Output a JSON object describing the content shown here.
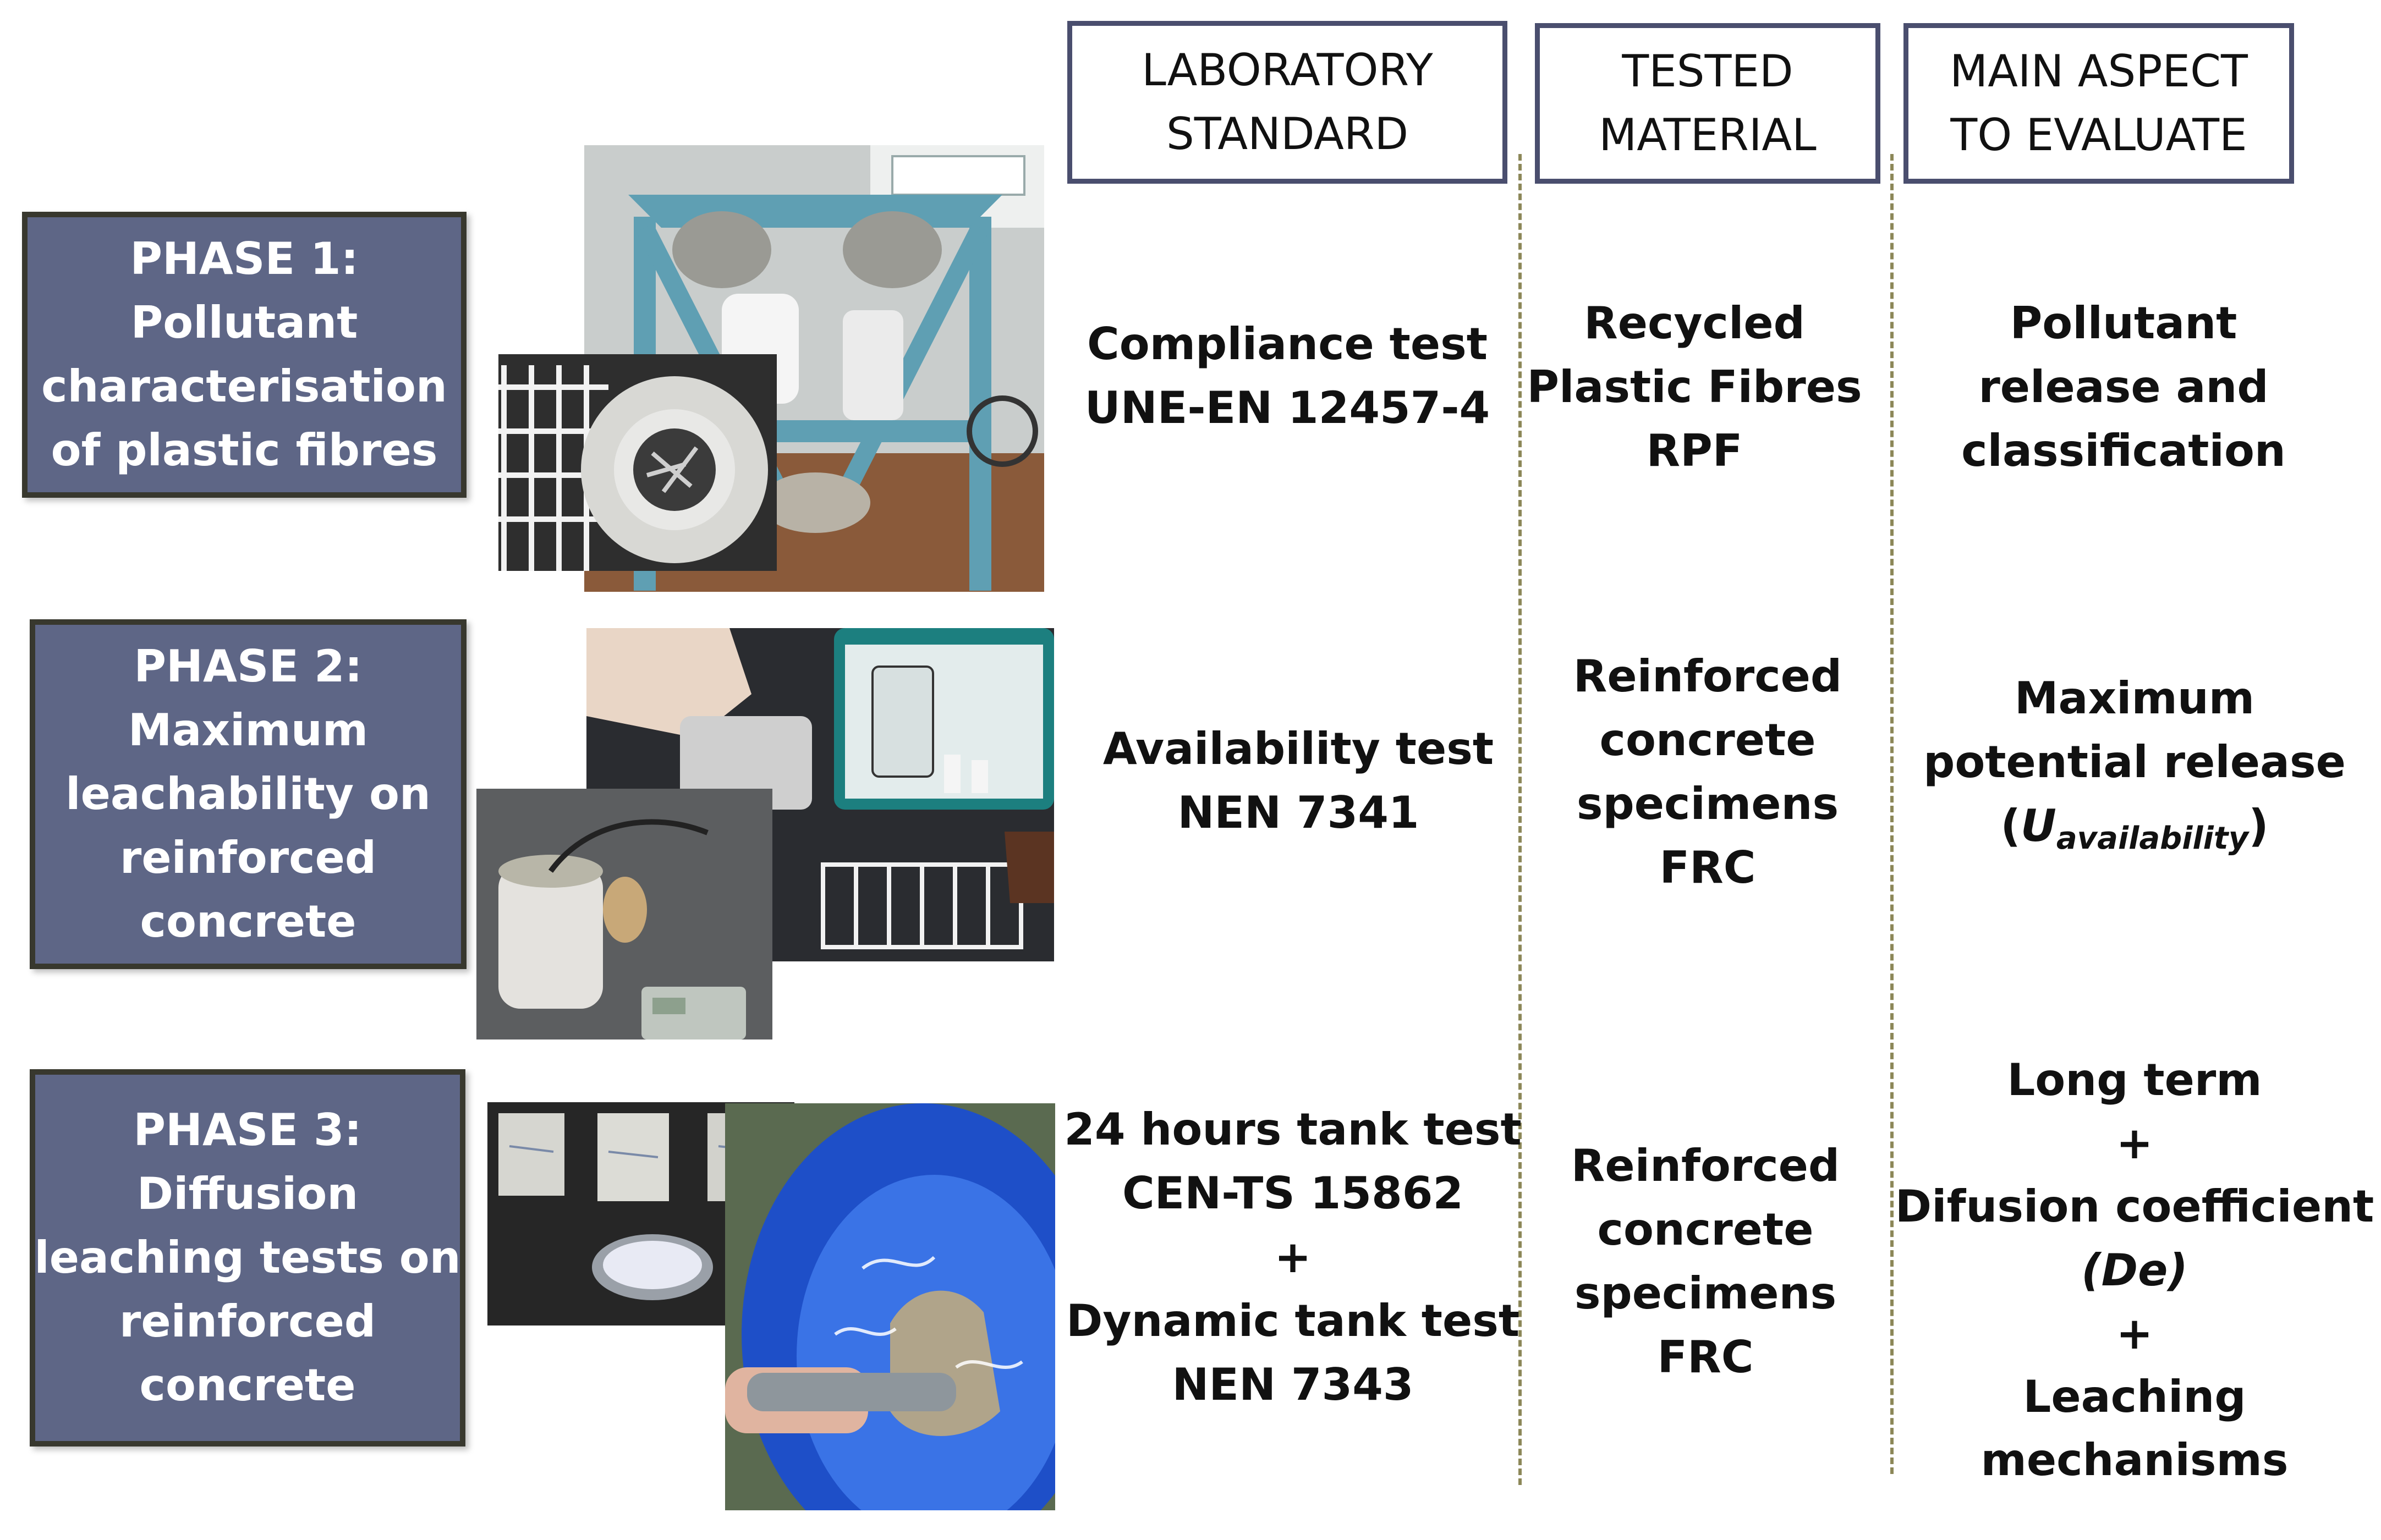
{
  "headers": {
    "standard": [
      "LABORATORY",
      "STANDARD"
    ],
    "material": [
      "TESTED",
      "MATERIAL"
    ],
    "aspect": [
      "MAIN ASPECT",
      "TO EVALUATE"
    ]
  },
  "phases": [
    {
      "label": [
        "PHASE 1:",
        "Pollutant",
        "characterisation",
        "of plastic fibres"
      ],
      "standard": [
        "Compliance test",
        "UNE-EN 12457-4"
      ],
      "material": [
        "Recycled",
        "Plastic Fibres",
        "RPF"
      ],
      "aspect": [
        "Pollutant",
        "release and",
        "classification"
      ]
    },
    {
      "label": [
        "PHASE 2:",
        "Maximum",
        "leachability on",
        "reinforced",
        "concrete"
      ],
      "standard": [
        "Availability test",
        "NEN 7341"
      ],
      "material": [
        "Reinforced",
        "concrete",
        "specimens",
        "FRC"
      ],
      "aspect": [
        "Maximum",
        "potential release"
      ],
      "aspect_symbol": "U",
      "aspect_subscript": "availability"
    },
    {
      "label": [
        "PHASE 3:",
        "Diffusion",
        "leaching tests on",
        "reinforced",
        "concrete"
      ],
      "standard": [
        "24 hours tank test",
        "CEN-TS 15862",
        "+",
        "Dynamic tank test",
        "NEN 7343"
      ],
      "material": [
        "Reinforced",
        "concrete",
        "specimens",
        "FRC"
      ],
      "aspect": [
        "Long term",
        "+",
        "Difusion coefficient",
        "(De)",
        "+",
        "Leaching",
        "mechanisms"
      ]
    }
  ],
  "colors": {
    "phase_box": "#5e6686",
    "phase_border": "#38382e",
    "header_border": "#4a4e6e",
    "divider": "#8c8758"
  }
}
